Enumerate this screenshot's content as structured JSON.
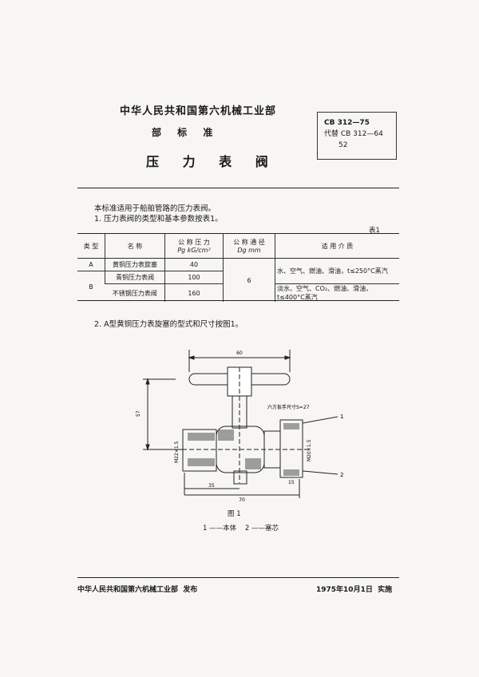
{
  "header": {
    "organization": "中华人民共和国第六机械工业部",
    "standard_kind": "部 标 准",
    "title": "压 力 表 阀"
  },
  "code_box": {
    "code": "CB 312—75",
    "replaces": "代替 CB 312—64",
    "number": "52"
  },
  "body": {
    "intro": "本标准适用于船舶管路的压力表阀。",
    "item1": "1. 压力表阀的类型和基本参数按表1。",
    "table_label": "表1",
    "item2": "2. A型黄铜压力表旋塞的型式和尺寸按图1。"
  },
  "table": {
    "headers": {
      "type": "类 型",
      "name": "名 称",
      "pressure_title": "公 称 压 力",
      "pressure_unit": "Pg kG/cm²",
      "diameter_title": "公 称 通 径",
      "diameter_unit": "Dg mm",
      "medium": "适 用 介 质"
    },
    "rows": [
      {
        "type": "A",
        "name": "黄铜压力表旋塞",
        "pressure": "40"
      },
      {
        "type": "B",
        "name": "青铜压力表阀",
        "pressure": "100"
      },
      {
        "type": "",
        "name": "不锈钢压力表阀",
        "pressure": "160"
      }
    ],
    "diameter": "6",
    "medium_1": "水、空气、燃油、滑油，t≤250°C蒸汽",
    "medium_2": "淡水、空气、CO₂、燃油、滑油，t≤400°C蒸汽"
  },
  "figure": {
    "dim_60": "60",
    "dim_57": "57",
    "dim_35": "35",
    "dim_70": "70",
    "dim_15": "15",
    "thread_left": "M22×1.5",
    "thread_right": "M20×1.5",
    "wrench_note": "六方扳手尺寸S=27",
    "callout_1": "1",
    "callout_2": "2",
    "caption": "图 1",
    "legend": "1 ——本体    2 ——塞芯"
  },
  "footer": {
    "publisher": "中华人民共和国第六机械工业部  发布",
    "effective": "1975年10月1日  实施"
  }
}
